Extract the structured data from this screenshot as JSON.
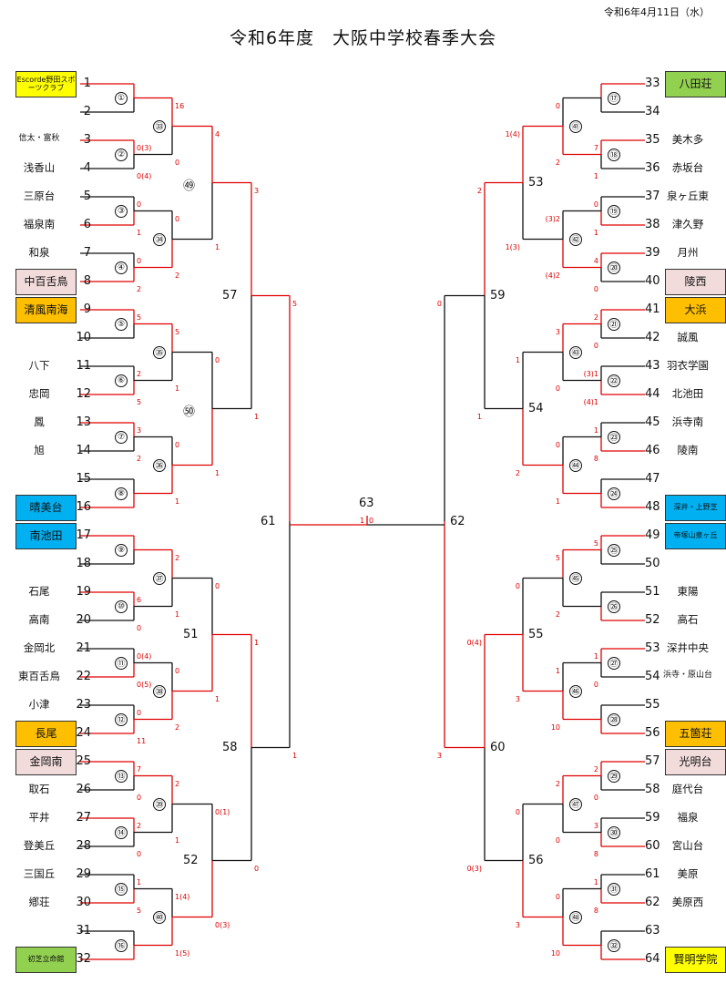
{
  "header": {
    "title": "令和6年度　大阪中学校春季大会",
    "date": "令和6年4月11日（水）"
  },
  "left_teams": [
    {
      "seed": "1",
      "name": "Escorde野田スポーツクラブ",
      "box": "yellow",
      "small": true
    },
    {
      "seed": "2",
      "name": ""
    },
    {
      "seed": "3",
      "name": "信太・富秋",
      "small": true
    },
    {
      "seed": "4",
      "name": "浅香山"
    },
    {
      "seed": "5",
      "name": "三原台"
    },
    {
      "seed": "6",
      "name": "福泉南"
    },
    {
      "seed": "7",
      "name": "和泉"
    },
    {
      "seed": "8",
      "name": "中百舌鳥",
      "box": "pink"
    },
    {
      "seed": "9",
      "name": "清風南海",
      "box": "orange"
    },
    {
      "seed": "10",
      "name": ""
    },
    {
      "seed": "11",
      "name": "八下"
    },
    {
      "seed": "12",
      "name": "忠岡"
    },
    {
      "seed": "13",
      "name": "鳳"
    },
    {
      "seed": "14",
      "name": "旭"
    },
    {
      "seed": "15",
      "name": ""
    },
    {
      "seed": "16",
      "name": "晴美台",
      "box": "blue"
    },
    {
      "seed": "17",
      "name": "南池田",
      "box": "blue"
    },
    {
      "seed": "18",
      "name": ""
    },
    {
      "seed": "19",
      "name": "石尾"
    },
    {
      "seed": "20",
      "name": "高南"
    },
    {
      "seed": "21",
      "name": "金岡北"
    },
    {
      "seed": "22",
      "name": "東百舌鳥"
    },
    {
      "seed": "23",
      "name": "小津"
    },
    {
      "seed": "24",
      "name": "長尾",
      "box": "orange"
    },
    {
      "seed": "25",
      "name": "金岡南",
      "box": "pink"
    },
    {
      "seed": "26",
      "name": "取石"
    },
    {
      "seed": "27",
      "name": "平井"
    },
    {
      "seed": "28",
      "name": "登美丘"
    },
    {
      "seed": "29",
      "name": "三国丘"
    },
    {
      "seed": "30",
      "name": "鄕荘"
    },
    {
      "seed": "31",
      "name": ""
    },
    {
      "seed": "32",
      "name": "初芝立命館",
      "box": "green",
      "small": true
    }
  ],
  "right_teams": [
    {
      "seed": "33",
      "name": "八田荘",
      "box": "green"
    },
    {
      "seed": "34",
      "name": ""
    },
    {
      "seed": "35",
      "name": "美木多"
    },
    {
      "seed": "36",
      "name": "赤坂台"
    },
    {
      "seed": "37",
      "name": "泉ヶ丘東"
    },
    {
      "seed": "38",
      "name": "津久野"
    },
    {
      "seed": "39",
      "name": "月州"
    },
    {
      "seed": "40",
      "name": "陵西",
      "box": "pink"
    },
    {
      "seed": "41",
      "name": "大浜",
      "box": "orange"
    },
    {
      "seed": "42",
      "name": "誠風"
    },
    {
      "seed": "43",
      "name": "羽衣学園"
    },
    {
      "seed": "44",
      "name": "北池田"
    },
    {
      "seed": "45",
      "name": "浜寺南"
    },
    {
      "seed": "46",
      "name": "陵南"
    },
    {
      "seed": "47",
      "name": ""
    },
    {
      "seed": "48",
      "name": "深井・上野芝",
      "box": "blue",
      "small": true
    },
    {
      "seed": "49",
      "name": "帝塚山泉ヶ丘",
      "box": "blue",
      "small": true
    },
    {
      "seed": "50",
      "name": ""
    },
    {
      "seed": "51",
      "name": "東陽"
    },
    {
      "seed": "52",
      "name": "高石"
    },
    {
      "seed": "53",
      "name": "深井中央"
    },
    {
      "seed": "54",
      "name": "浜寺・原山台",
      "small": true
    },
    {
      "seed": "55",
      "name": ""
    },
    {
      "seed": "56",
      "name": "五箇荘",
      "box": "orange"
    },
    {
      "seed": "57",
      "name": "光明台",
      "box": "pink"
    },
    {
      "seed": "58",
      "name": "庭代台"
    },
    {
      "seed": "59",
      "name": "福泉"
    },
    {
      "seed": "60",
      "name": "宮山台"
    },
    {
      "seed": "61",
      "name": "美原"
    },
    {
      "seed": "62",
      "name": "美原西"
    },
    {
      "seed": "63",
      "name": ""
    },
    {
      "seed": "64",
      "name": "賢明学院",
      "box": "yellow"
    }
  ],
  "left_r1": [
    {
      "no": "①",
      "s": [
        "",
        ""
      ],
      "win": 0
    },
    {
      "no": "②",
      "s": [
        "0(3)",
        "0(4)"
      ],
      "win": 0
    },
    {
      "no": "③",
      "s": [
        "0",
        "1"
      ],
      "win": 1
    },
    {
      "no": "④",
      "s": [
        "0",
        "2"
      ],
      "win": 1
    },
    {
      "no": "⑤",
      "s": [
        "5",
        ""
      ],
      "win": 0
    },
    {
      "no": "⑥",
      "s": [
        "2",
        "5"
      ],
      "win": 1
    },
    {
      "no": "⑦",
      "s": [
        "3",
        "2"
      ],
      "win": 0
    },
    {
      "no": "⑧",
      "s": [
        "",
        ""
      ],
      "win": 1
    },
    {
      "no": "⑨",
      "s": [
        "",
        ""
      ],
      "win": 0
    },
    {
      "no": "⑩",
      "s": [
        "6",
        "0"
      ],
      "win": 0
    },
    {
      "no": "⑪",
      "s": [
        "0(4)",
        "0(5)"
      ],
      "win": 1
    },
    {
      "no": "⑫",
      "s": [
        "0",
        "11"
      ],
      "win": 1
    },
    {
      "no": "⑬",
      "s": [
        "7",
        "0"
      ],
      "win": 0
    },
    {
      "no": "⑭",
      "s": [
        "2",
        "0"
      ],
      "win": 0
    },
    {
      "no": "⑮",
      "s": [
        "1",
        "5"
      ],
      "win": 1
    },
    {
      "no": "⑯",
      "s": [
        "",
        ""
      ],
      "win": 1
    }
  ],
  "left_r2": [
    {
      "no": "㉝",
      "s": [
        "16",
        "0"
      ],
      "win": 0
    },
    {
      "no": "㉞",
      "s": [
        "0",
        "2"
      ],
      "win": 1
    },
    {
      "no": "㉟",
      "s": [
        "5",
        "1"
      ],
      "win": 0
    },
    {
      "no": "㊱",
      "s": [
        "0",
        "1"
      ],
      "win": 1
    },
    {
      "no": "㊲",
      "s": [
        "2",
        "1"
      ],
      "win": 0
    },
    {
      "no": "㊳",
      "s": [
        "0",
        "2"
      ],
      "win": 1
    },
    {
      "no": "㊴",
      "s": [
        "2",
        "1"
      ],
      "win": 0
    },
    {
      "no": "㊵",
      "s": [
        "1(4)",
        "1(5)"
      ],
      "win": 1
    }
  ],
  "left_r3": [
    {
      "no": "㊾",
      "s": [
        "4",
        "1"
      ],
      "win": 0
    },
    {
      "no": "㊿",
      "s": [
        "0",
        "1"
      ],
      "win": 1
    },
    {
      "no": "51",
      "s": [
        "0",
        "1"
      ],
      "win": 1
    },
    {
      "no": "52",
      "s": [
        "0(1)",
        "0(3)"
      ],
      "win": 1
    }
  ],
  "left_r4": [
    {
      "no": "57",
      "s": [
        "3",
        "1"
      ],
      "win": 0
    },
    {
      "no": "58",
      "s": [
        "1",
        "0"
      ],
      "win": 0
    }
  ],
  "left_r5": [
    {
      "no": "61",
      "s": [
        "5",
        "1"
      ],
      "win": 0
    }
  ],
  "right_r1": [
    {
      "no": "⑰",
      "s": [
        "",
        ""
      ],
      "win": 0
    },
    {
      "no": "⑱",
      "s": [
        "7",
        "1"
      ],
      "win": 0
    },
    {
      "no": "⑲",
      "s": [
        "0",
        "1"
      ],
      "win": 1
    },
    {
      "no": "⑳",
      "s": [
        "4",
        "0"
      ],
      "win": 0
    },
    {
      "no": "㉑",
      "s": [
        "2",
        "0"
      ],
      "win": 0
    },
    {
      "no": "㉒",
      "s": [
        "(3)1",
        "(4)1"
      ],
      "win": 1
    },
    {
      "no": "㉓",
      "s": [
        "1",
        "8"
      ],
      "win": 1
    },
    {
      "no": "㉔",
      "s": [
        "",
        ""
      ],
      "win": 1
    },
    {
      "no": "㉕",
      "s": [
        "5",
        ""
      ],
      "win": 0
    },
    {
      "no": "㉖",
      "s": [
        "",
        ""
      ],
      "win": 1
    },
    {
      "no": "㉗",
      "s": [
        "1",
        "0"
      ],
      "win": 0
    },
    {
      "no": "㉘",
      "s": [
        "",
        ""
      ],
      "win": 1
    },
    {
      "no": "㉙",
      "s": [
        "2",
        "0"
      ],
      "win": 0
    },
    {
      "no": "㉚",
      "s": [
        "3",
        "8"
      ],
      "win": 1
    },
    {
      "no": "㉛",
      "s": [
        "1",
        "8"
      ],
      "win": 1
    },
    {
      "no": "㉜",
      "s": [
        "",
        ""
      ],
      "win": 1
    }
  ],
  "right_r2": [
    {
      "no": "㊶",
      "s": [
        "0",
        "2"
      ],
      "win": 1
    },
    {
      "no": "㊷",
      "s": [
        "(3)2",
        "(4)2"
      ],
      "win": 1
    },
    {
      "no": "㊸",
      "s": [
        "3",
        "0"
      ],
      "win": 0
    },
    {
      "no": "㊹",
      "s": [
        "0",
        "1"
      ],
      "win": 1
    },
    {
      "no": "㊺",
      "s": [
        "5",
        "2"
      ],
      "win": 0
    },
    {
      "no": "㊻",
      "s": [
        "1",
        "10"
      ],
      "win": 1
    },
    {
      "no": "㊼",
      "s": [
        "2",
        "0"
      ],
      "win": 0
    },
    {
      "no": "㊽",
      "s": [
        "0",
        "10"
      ],
      "win": 1
    }
  ],
  "right_r3": [
    {
      "no": "53",
      "s": [
        "1(4)",
        "1(3)"
      ],
      "win": 0
    },
    {
      "no": "54",
      "s": [
        "1",
        "2"
      ],
      "win": 1
    },
    {
      "no": "55",
      "s": [
        "0",
        "3"
      ],
      "win": 1
    },
    {
      "no": "56",
      "s": [
        "0",
        "3"
      ],
      "win": 1
    }
  ],
  "right_r4": [
    {
      "no": "59",
      "s": [
        "2",
        "1"
      ],
      "win": 0
    },
    {
      "no": "60",
      "s": [
        "0(4)",
        "0(3)"
      ],
      "win": 0
    }
  ],
  "right_r5": [
    {
      "no": "62",
      "s": [
        "0",
        "3"
      ],
      "win": 1
    }
  ],
  "final": {
    "no": "63",
    "score_left": "1",
    "score_right": "0",
    "win": "left"
  },
  "colors": {
    "win": "#e00000",
    "lose": "#111111"
  }
}
